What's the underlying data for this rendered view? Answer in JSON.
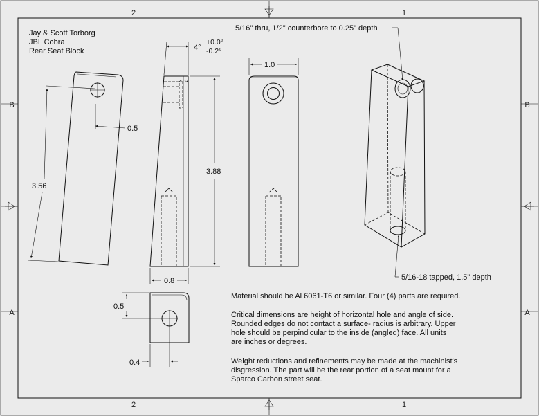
{
  "title_block": {
    "line1": "Jay & Scott Torborg",
    "line2": "JBL Cobra",
    "line3": "Rear Seat Block"
  },
  "zones": {
    "col_left": "2",
    "col_right": "1",
    "row_top": "B",
    "row_bottom": "A"
  },
  "dims": {
    "hole_offset": "0.5",
    "length_angled": "3.56",
    "angle": "4°",
    "tol_plus": "+0.0°",
    "tol_minus": "-0.2°",
    "height": "3.88",
    "thickness": "0.8",
    "width": "1.0",
    "top_hole_vertical": "0.5",
    "top_hole_horizontal": "0.4"
  },
  "callouts": {
    "counterbore": "5/16\" thru, 1/2\" counterbore to 0.25\" depth",
    "tapped": "5/16-18 tapped, 1.5\" depth"
  },
  "notes": {
    "p1": [
      "Material should be Al 6061-T6 or similar. Four (4) parts are required."
    ],
    "p2": [
      "Critical dimensions are height of horizontal hole and angle of side.",
      "Rounded edges do not contact a surface- radius is arbitrary. Upper",
      "hole should be perpindicular to the inside (angled) face. All units",
      "are inches or degrees."
    ],
    "p3": [
      "Weight reductions and refinements may be made at the machinist's",
      "disgression. The part will be the rear portion of a seat mount for a",
      "Sparco Carbon street seat."
    ]
  }
}
